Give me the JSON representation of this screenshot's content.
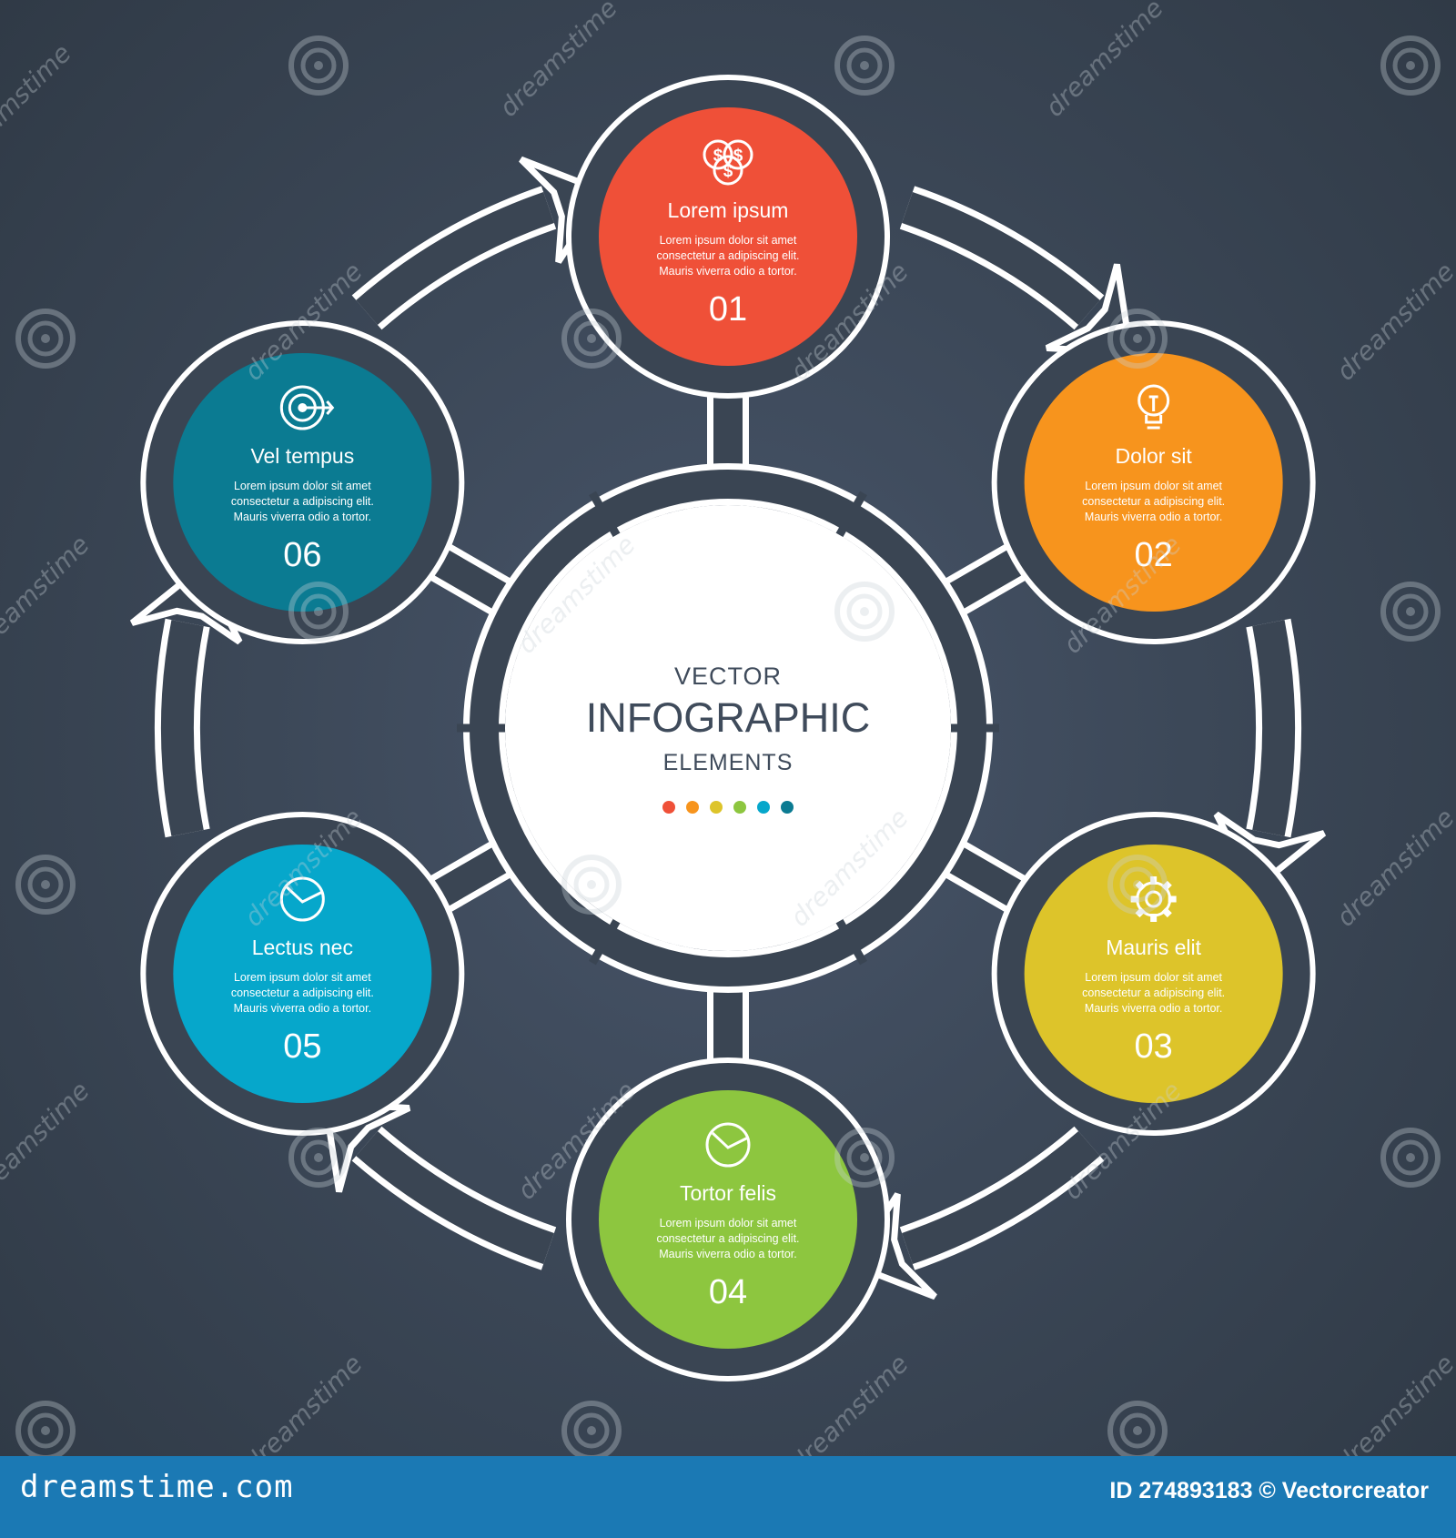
{
  "colors": {
    "background": "#3a4553",
    "line": "#ffffff",
    "step_1": "#ef5038",
    "step_2": "#f7941d",
    "step_3": "#ddc42a",
    "step_4": "#8dc63f",
    "step_5": "#06a7cb",
    "step_6": "#0b7b92",
    "center_fill": "#ffffff",
    "center_text": "#3f4b5b",
    "footer": "#1b79b4"
  },
  "center": {
    "line1": "VECTOR",
    "line2": "INFOGRAPHIC",
    "line3": "ELEMENTS",
    "dot_colors": [
      "#ef5038",
      "#f7941d",
      "#ddc42a",
      "#8dc63f",
      "#06a7cb",
      "#0b7b92"
    ]
  },
  "steps": [
    {
      "number": "01",
      "title": "Lorem ipsum",
      "icon": "dollar-coins-icon",
      "color": "#ef5038",
      "text": [
        "Lorem ipsum dolor sit amet",
        "consectetur a adipiscing elit.",
        "Mauris viverra odio a tortor."
      ]
    },
    {
      "number": "02",
      "title": "Dolor sit",
      "icon": "lightbulb-icon",
      "color": "#f7941d",
      "text": [
        "Lorem ipsum dolor sit amet",
        "consectetur a adipiscing elit.",
        "Mauris viverra odio a tortor."
      ]
    },
    {
      "number": "03",
      "title": "Mauris elit",
      "icon": "gear-icon",
      "color": "#ddc42a",
      "text": [
        "Lorem ipsum dolor sit amet",
        "consectetur a adipiscing elit.",
        "Mauris viverra odio a tortor."
      ]
    },
    {
      "number": "04",
      "title": "Tortor felis",
      "icon": "pie-chart-icon",
      "color": "#8dc63f",
      "text": [
        "Lorem ipsum dolor sit amet",
        "consectetur a adipiscing elit.",
        "Mauris viverra odio a tortor."
      ]
    },
    {
      "number": "05",
      "title": "Lectus nec",
      "icon": "pie-chart-icon",
      "color": "#06a7cb",
      "text": [
        "Lorem ipsum dolor sit amet",
        "consectetur a adipiscing elit.",
        "Mauris viverra odio a tortor."
      ]
    },
    {
      "number": "06",
      "title": "Vel tempus",
      "icon": "target-icon",
      "color": "#0b7b92",
      "text": [
        "Lorem ipsum dolor sit amet",
        "consectetur a adipiscing elit.",
        "Mauris viverra odio a tortor."
      ]
    }
  ],
  "watermark": {
    "text": "dreamstime",
    "site": "dreamstime.com",
    "id_line": "ID 274893183 © Vectorcreator"
  }
}
